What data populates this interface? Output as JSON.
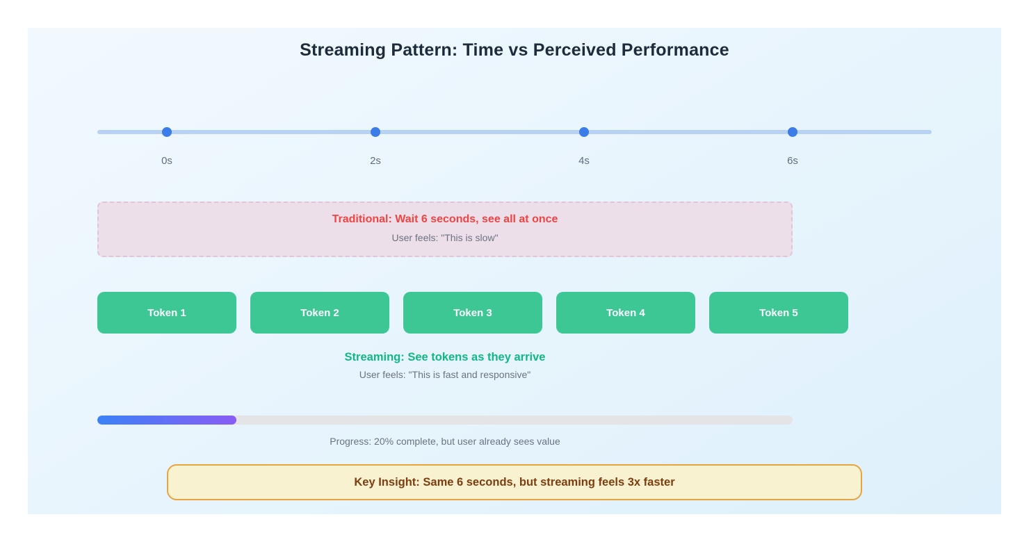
{
  "page": {
    "title": "Streaming Pattern: Time vs Perceived Performance"
  },
  "timeline": {
    "ticks": [
      {
        "label": "0s"
      },
      {
        "label": "2s"
      },
      {
        "label": "4s"
      },
      {
        "label": "6s"
      }
    ]
  },
  "traditional": {
    "heading": "Traditional: Wait 6 seconds, see all at once",
    "subtext": "User feels: \"This is slow\""
  },
  "streaming": {
    "tokens": [
      {
        "label": "Token 1"
      },
      {
        "label": "Token 2"
      },
      {
        "label": "Token 3"
      },
      {
        "label": "Token 4"
      },
      {
        "label": "Token 5"
      }
    ],
    "heading": "Streaming: See tokens as they arrive",
    "subtext": "User feels: \"This is fast and responsive\""
  },
  "progress": {
    "percent": 20,
    "caption": "Progress: 20% complete, but user already sees value"
  },
  "insight": {
    "text": "Key Insight: Same 6 seconds, but streaming feels 3x faster"
  },
  "colors": {
    "token_green": "#3cc795",
    "streaming_green": "#10b981",
    "traditional_red": "#ef4444",
    "timeline_dot_blue": "#3b7ce8",
    "timeline_line_blue": "#b7d2f5",
    "progress_gradient_start": "#3b82f6",
    "progress_gradient_end": "#8a5cf6",
    "insight_border_orange": "#e8a43e",
    "insight_bg_yellow": "#f9f2d1",
    "insight_text_brown": "#7e3d0e",
    "traditional_bg_pink": "#ecdfe9",
    "panel_bg_blue": "#e4f2fc",
    "muted_gray": "#6b7280"
  }
}
